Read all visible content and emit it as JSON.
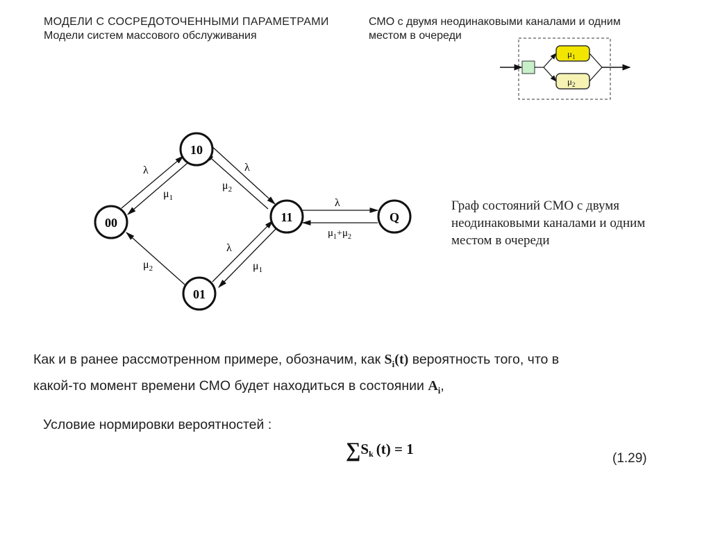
{
  "header": {
    "title_caps": "МОДЕЛИ С СОСРЕДОТОЧЕННЫМИ ПАРАМЕТРАМИ",
    "subtitle": "Модели систем массового обслуживания",
    "smo_desc_line1": "СМО с двумя неодинаковыми каналами и одним",
    "smo_desc_line2": "местом в очереди"
  },
  "channel_diagram": {
    "channel1": "μ",
    "channel1_sub": "1",
    "channel2": "μ",
    "channel2_sub": "2"
  },
  "state_graph": {
    "nodes": {
      "s00": "00",
      "s10": "10",
      "s01": "01",
      "s11": "11",
      "sQ": "Q"
    },
    "labels": {
      "lambda": "λ",
      "mu": "μ",
      "sub1": "1",
      "sub2": "2",
      "plus": "+"
    }
  },
  "graph_caption": {
    "line1": "Граф состояний СМО с двумя",
    "line2": "неодинаковыми каналами и одним",
    "line3": "местом в очереди"
  },
  "paragraph": {
    "p1_a": "Как и в ранее рассмотренном примере, обозначим, как ",
    "S": "S",
    "i": "i",
    "t_paren": "(t)",
    "p1_b": " вероятность того, что в",
    "p2_a": "какой-то момент времени СМО будет находиться в состоянии ",
    "A": "A",
    "p2_b": ","
  },
  "normalization": {
    "label": "Условие нормировки вероятностей :",
    "sum": "∑",
    "S": "S",
    "k": "k",
    "rhs": "(t) = 1",
    "eq_number": "(1.29)"
  }
}
